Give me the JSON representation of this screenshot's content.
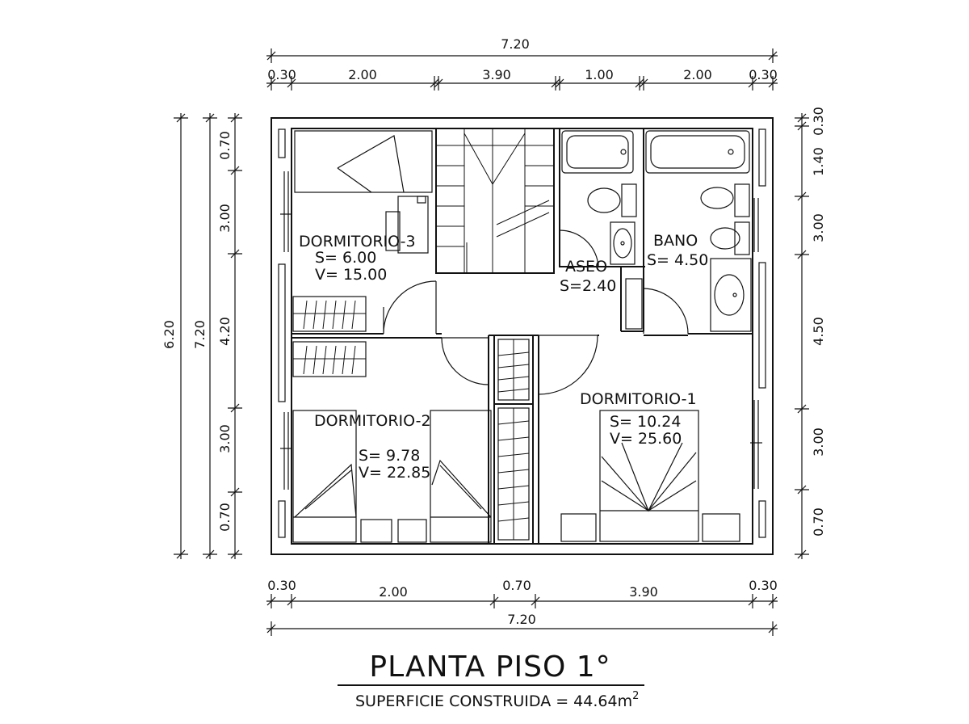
{
  "top_dims": {
    "total": "7.20",
    "segments": [
      "0.30",
      "2.00",
      "3.90",
      "1.00",
      "2.00",
      "0.30"
    ]
  },
  "bottom_dims": {
    "total": "7.20",
    "segments": [
      "0.30",
      "2.00",
      "0.70",
      "3.90",
      "0.30"
    ]
  },
  "left_dims": {
    "outer": "6.20",
    "mid": "7.20",
    "segments": [
      "0.70",
      "3.00",
      "4.20",
      "3.00",
      "0.70"
    ]
  },
  "right_dims": {
    "segments": [
      "0.30",
      "1.40",
      "3.00",
      "4.50",
      "3.00",
      "0.70"
    ]
  },
  "rooms": {
    "dormitorio3": {
      "name": "DORMITORIO-3",
      "s": "S= 6.00",
      "v": "V= 15.00"
    },
    "bano": {
      "name": "BANO",
      "s": "S= 4.50"
    },
    "aseo": {
      "name": "ASEO",
      "s": "S=2.40"
    },
    "dormitorio2": {
      "name": "DORMITORIO-2",
      "s": "S= 9.78",
      "v": "V= 22.85"
    },
    "dormitorio1": {
      "name": "DORMITORIO-1",
      "s": "S= 10.24",
      "v": "V= 25.60"
    }
  },
  "title": "PLANTA PISO 1°",
  "subtitle": {
    "label": "SUPERFICIE CONSTRUIDA = 44.64m",
    "sup": "2"
  }
}
